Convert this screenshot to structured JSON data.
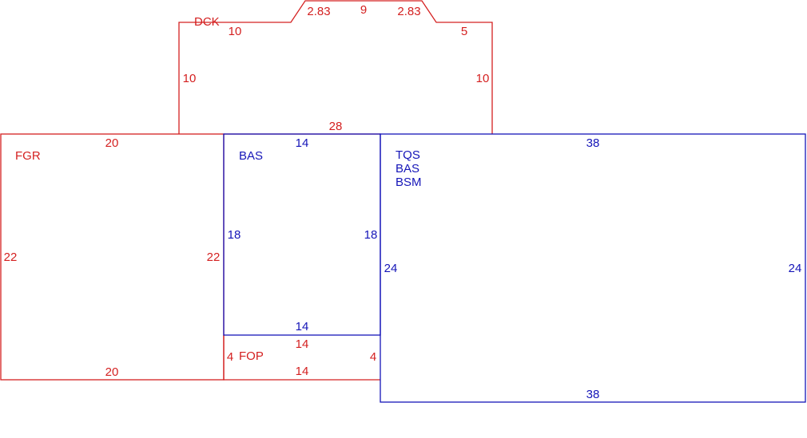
{
  "colors": {
    "red": "#d42020",
    "blue": "#1515b8"
  },
  "sections": {
    "dck": {
      "name": "DCK",
      "dims": {
        "top_left": "10",
        "diag_left": "2.83",
        "top_mid": "9",
        "diag_right": "2.83",
        "top_right": "5",
        "left": "10",
        "right": "10",
        "bottom": "28"
      }
    },
    "fgr": {
      "name": "FGR",
      "dims": {
        "top": "20",
        "left": "22",
        "right": "22",
        "bottom": "20"
      }
    },
    "bas": {
      "name": "BAS",
      "dims": {
        "top": "14",
        "left": "18",
        "right": "18",
        "bottom": "14"
      }
    },
    "fop": {
      "name": "FOP",
      "dims": {
        "top": "14",
        "left": "4",
        "right": "4",
        "bottom": "14"
      }
    },
    "main": {
      "names": [
        "TQS",
        "BAS",
        "BSM"
      ],
      "dims": {
        "top": "38",
        "left": "24",
        "right": "24",
        "bottom": "38"
      }
    }
  }
}
